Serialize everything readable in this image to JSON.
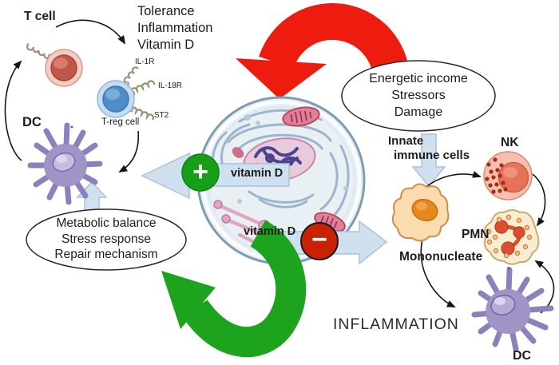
{
  "title": "Vitamin D immune regulation diagram",
  "colors": {
    "red_arrow": "#ee1c0e",
    "green_arrow": "#1da31d",
    "plus_circle": "#17a017",
    "minus_circle": "#c92104",
    "blue_arrow_fill": "#cfe0ef",
    "blue_arrow_stroke": "#a9c3da",
    "ink": "#1c1c1c"
  },
  "cycle": {
    "t_cell_label": "T cell",
    "dc_label": "DC",
    "treg_label": "T-reg cell",
    "receptor_il1r": "IL-1R",
    "receptor_il18r": "IL-18R",
    "receptor_st2": "ST2",
    "outcomes": [
      "Tolerance",
      "Inflammation",
      "Vitamin D"
    ]
  },
  "metabolic_ellipse": [
    "Metabolic balance",
    "Stress response",
    "Repair mechanism"
  ],
  "stressor_ellipse": [
    "Energetic income",
    "Stressors",
    "Damage"
  ],
  "center_cell": {
    "vitamin_d_positive": "vitamin D",
    "vitamin_d_negative": "vitamin D",
    "plus": "+",
    "minus": "−"
  },
  "innate": {
    "caption_line1": "Innate",
    "caption_line2": "immune cells",
    "nk_label": "NK",
    "pmn_label": "PMN",
    "mononucleate_label": "Mononucleate",
    "dc_label": "DC",
    "inflammation_label": "INFLAMMATION"
  }
}
